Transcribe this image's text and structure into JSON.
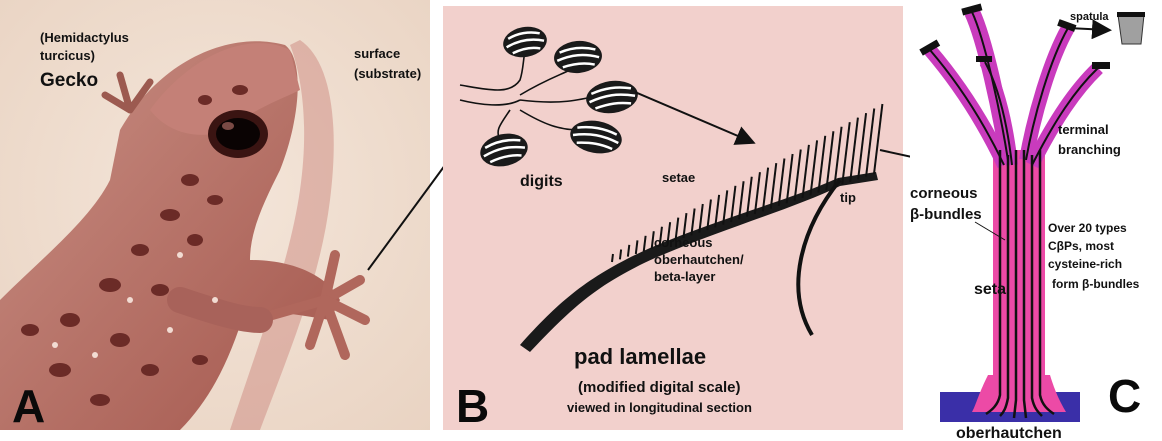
{
  "panel_a": {
    "letter": "A",
    "species": "(Hemidactylus\nturcicus)",
    "species_line1": "(Hemidactylus",
    "species_line2": "turcicus)",
    "name": "Gecko",
    "surface_line1": "surface",
    "surface_line2": "(substrate)"
  },
  "panel_b": {
    "letter": "B",
    "digits": "digits",
    "setae": "setae",
    "tip": "tip",
    "corneous_line1": "corneous",
    "corneous_line2": "oberhautchen/",
    "corneous_line3": "beta-layer",
    "title": "pad lamellae",
    "subtitle": "(modified digital scale)",
    "subtitle2": "viewed in longitudinal section"
  },
  "panel_c": {
    "letter": "C",
    "spatula": "spatula",
    "terminal_line1": "terminal",
    "terminal_line2": "branching",
    "bundles_line1": "corneous",
    "bundles_line2": "β-bundles",
    "seta": "seta",
    "types_line1": "Over 20 types",
    "types_line2": "CβPs, most",
    "types_line3": "cysteine-rich",
    "types_line4": "form β-bundles",
    "oberhautchen": "oberhautchen"
  },
  "colors": {
    "panel_b_bg": "#f2d0cc",
    "seta_pink": "#ec4aa6",
    "branch_magenta": "#c93bbd",
    "oberhautchen_blue": "#3a2fa8",
    "gecko_tone": "#b06a60"
  }
}
